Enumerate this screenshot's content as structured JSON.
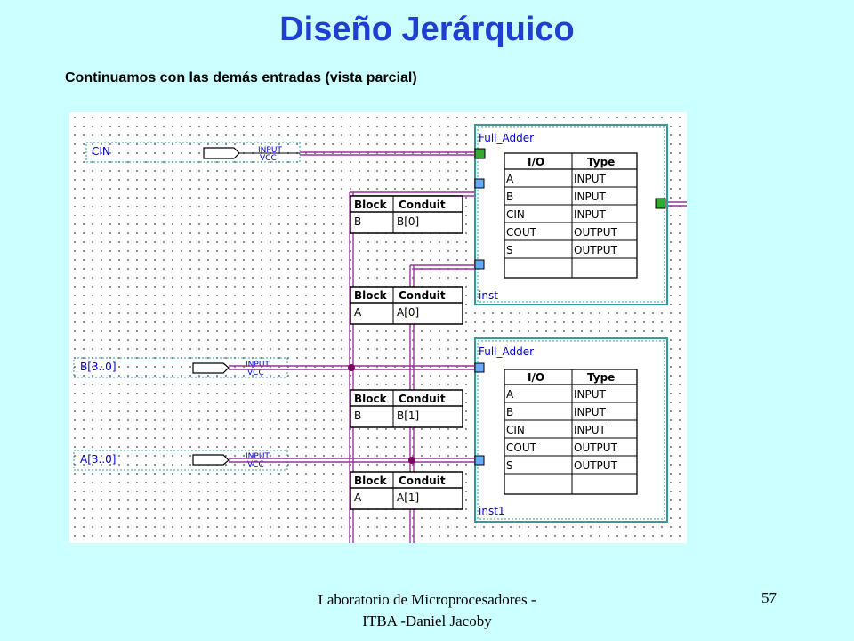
{
  "slide": {
    "title": "Diseño Jerárquico",
    "subtitle": "Continuamos con las demás entradas (vista parcial)",
    "footer_line1": "Laboratorio de Microprocesadores -",
    "footer_line2": "ITBA -Daniel Jacoby",
    "page_number": "57"
  },
  "schematic": {
    "pins": [
      {
        "name": "CIN",
        "type": "INPUT",
        "default": "VCC"
      },
      {
        "name": "B[3..0]",
        "type": "INPUT",
        "default": "VCC"
      },
      {
        "name": "A[3..0]",
        "type": "INPUT",
        "default": "VCC"
      }
    ],
    "blocks": [
      {
        "name": "Full_Adder",
        "instance": "inst",
        "headers": [
          "I/O",
          "Type"
        ],
        "ports": [
          [
            "A",
            "INPUT"
          ],
          [
            "B",
            "INPUT"
          ],
          [
            "CIN",
            "INPUT"
          ],
          [
            "COUT",
            "OUTPUT"
          ],
          [
            "S",
            "OUTPUT"
          ],
          [
            "",
            ""
          ]
        ]
      },
      {
        "name": "Full_Adder",
        "instance": "inst1",
        "headers": [
          "I/O",
          "Type"
        ],
        "ports": [
          [
            "A",
            "INPUT"
          ],
          [
            "B",
            "INPUT"
          ],
          [
            "CIN",
            "INPUT"
          ],
          [
            "COUT",
            "OUTPUT"
          ],
          [
            "S",
            "OUTPUT"
          ],
          [
            "",
            ""
          ]
        ]
      }
    ],
    "conduits": [
      {
        "headers": [
          "Block",
          "Conduit"
        ],
        "block": "B",
        "conduit": "B[0]"
      },
      {
        "headers": [
          "Block",
          "Conduit"
        ],
        "block": "A",
        "conduit": "A[0]"
      },
      {
        "headers": [
          "Block",
          "Conduit"
        ],
        "block": "B",
        "conduit": "B[1]"
      },
      {
        "headers": [
          "Block",
          "Conduit"
        ],
        "block": "A",
        "conduit": "A[1]"
      }
    ],
    "colors": {
      "bus": "#993399",
      "pin_label": "#0000cc",
      "block_border": "#339999",
      "title": "#1f3fd0",
      "background": "#ccffff"
    }
  }
}
